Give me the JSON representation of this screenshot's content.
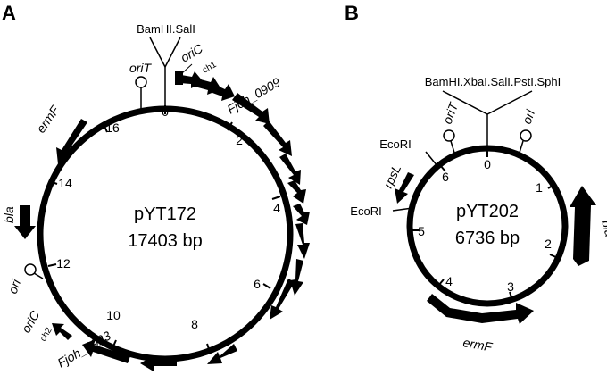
{
  "panel_a": {
    "letter": "A",
    "plasmid_name": "pYT172",
    "plasmid_size": "17403 bp",
    "ticks": [
      "0",
      "2",
      "4",
      "6",
      "8",
      "10",
      "12",
      "14",
      "16"
    ],
    "sites": {
      "top": "BamHI.SalI"
    },
    "genes": {
      "oriT": "oriT",
      "oriC": "oriC",
      "oriC_sub_ch1": "ch1",
      "fjoh_0909": "Fjoh_0909",
      "ermF": "ermF",
      "bla": "bla",
      "ori": "ori",
      "oriC2": "oriC",
      "oriC2_sub": "ch2",
      "fjoh_0923": "Fjoh_0923"
    }
  },
  "panel_b": {
    "letter": "B",
    "plasmid_name": "pYT202",
    "plasmid_size": "6736 bp",
    "ticks": [
      "0",
      "1",
      "2",
      "3",
      "4",
      "5",
      "6"
    ],
    "sites": {
      "mcs": "BamHI.XbaI.SalI.PstI.SphI",
      "ecori_upper": "EcoRI",
      "ecori_lower": "EcoRI"
    },
    "genes": {
      "oriT": "oriT",
      "ori": "ori",
      "rpsL": "rpsL",
      "bla": "bla",
      "ermF": "ermF"
    }
  }
}
